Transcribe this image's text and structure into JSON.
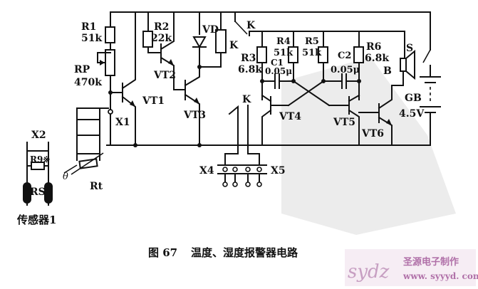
{
  "labels": {
    "r1_name": "R1",
    "r1_value": "51k",
    "rp_name": "RP",
    "rp_value": "470k",
    "r2_name": "R2",
    "r2_value": "22k",
    "vt1": "VT1",
    "vt2": "VT2",
    "vt3": "VT3",
    "vt4": "VT4",
    "vt5": "VT5",
    "vt6": "VT6",
    "vd": "VD",
    "k_relay": "K",
    "k_contact": "K",
    "k_switch": "K",
    "r3_name": "R3",
    "r3_value": "6.8k",
    "r4_name": "R4",
    "r4_value": "51k",
    "r5_name": "R5",
    "r5_value": "51k",
    "r6_name": "R6",
    "r6_value": "6.8k",
    "c1_name": "C1",
    "c1_value": "0.05μ",
    "c2_name": "C2",
    "c2_value": "0.05μ",
    "speaker": "B",
    "switch": "S",
    "battery_name": "GB",
    "battery_value": "4.5V",
    "x1": "X1",
    "x2": "X2",
    "x4": "X4",
    "x5": "X5",
    "r9": "R9※",
    "rs": "RS",
    "rt": "Rt",
    "theta": "θ",
    "sensor": "传感器1"
  },
  "caption": {
    "number": "图 67",
    "title": "温度、湿度报警器电路"
  },
  "watermark": {
    "brand": "sydz",
    "name": "圣源电子制作",
    "url": "www. syyyd. com"
  }
}
